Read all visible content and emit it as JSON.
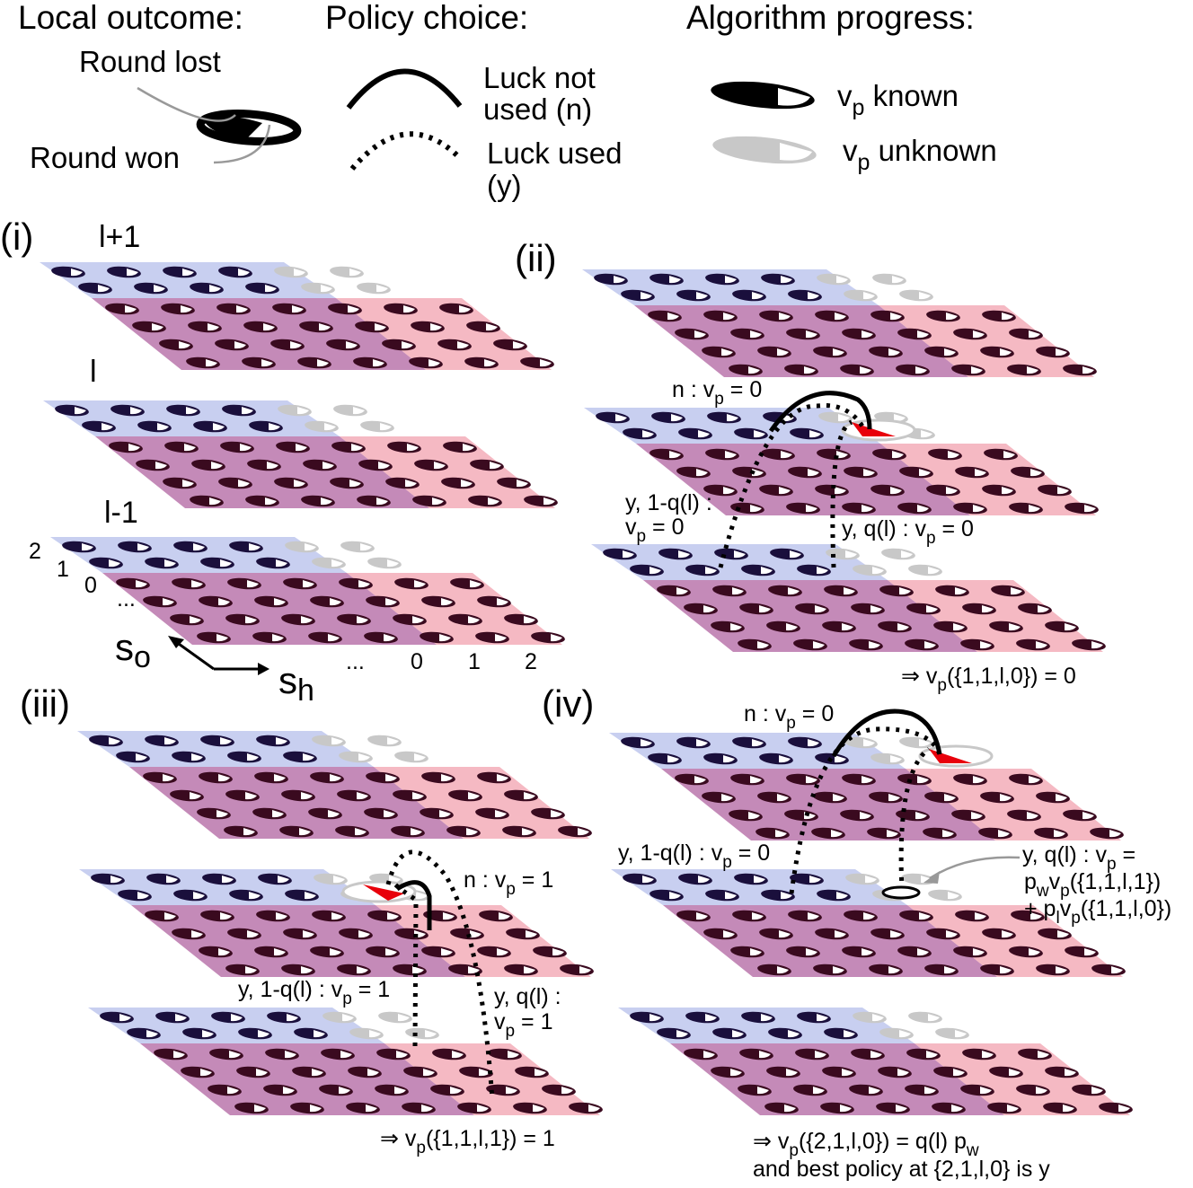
{
  "legend": {
    "local_outcome": {
      "title": "Local outcome:",
      "round_lost": "Round lost",
      "round_won": "Round won"
    },
    "policy_choice": {
      "title": "Policy choice:",
      "luck_not_used_1": "Luck not",
      "luck_not_used_2": "used (n)",
      "luck_used_1": "Luck used",
      "luck_used_2": "(y)"
    },
    "algorithm_progress": {
      "title": "Algorithm progress:",
      "vp_known": "known",
      "vp_unknown": "unknown"
    }
  },
  "symbols": {
    "v": "v",
    "p": "p",
    "w": "w",
    "l": "l",
    "o": "o",
    "h": "h",
    "s": "s"
  },
  "panels": {
    "i": {
      "label": "(i)",
      "level_top": "l+1",
      "level_mid": "l",
      "level_bot": "l-1",
      "so_ticks": [
        "2",
        "1",
        "0",
        "..."
      ],
      "sh_ticks": [
        "...",
        "0",
        "1",
        "2"
      ]
    },
    "ii": {
      "label": "(ii)",
      "n_label": "n : v",
      "n_value": " = 0",
      "y_left_1": "y, 1-q(l) :",
      "y_left_2": "v",
      "y_left_value": " = 0",
      "y_right": "y, q(l) : v",
      "y_right_value": " = 0",
      "result": "⇒ v",
      "result_value": "({1,1,l,0}) = 0"
    },
    "iii": {
      "label": "(iii)",
      "n_label": "n : v",
      "n_value": " = 1",
      "y_left": "y, 1-q(l) : v",
      "y_left_value": " = 1",
      "y_right_1": "y, q(l) :",
      "y_right_2": "v",
      "y_right_value": " = 1",
      "result": "⇒ v",
      "result_value": "({1,1,l,1}) = 1"
    },
    "iv": {
      "label": "(iv)",
      "n_label": "n : v",
      "n_value": " = 0",
      "y_left": "y, 1-q(l) : v",
      "y_left_value": " = 0",
      "y_right_1": "y, q(l) : v",
      "y_right_1b": " =",
      "y_right_2b": "v",
      "y_right_2c": "({1,1,l,1})",
      "y_right_3a": "+ p",
      "y_right_3b": "v",
      "y_right_3c": "({1,1,l,0})",
      "result_1": "⇒ v",
      "result_1b": "({2,1,l,0}) = q(l) p",
      "result_2": "and best policy at {2,1,l,0} is y"
    }
  },
  "colors": {
    "plane_blue": "#c8cff0",
    "plane_purple": "#c48ab8",
    "plane_pink": "#f5b9c3",
    "node_known": "#1a0f3c",
    "node_pink_known": "#3a0a1f",
    "node_unknown": "#c8c8c8",
    "highlight": "#e8000b",
    "arc": "#000000"
  }
}
